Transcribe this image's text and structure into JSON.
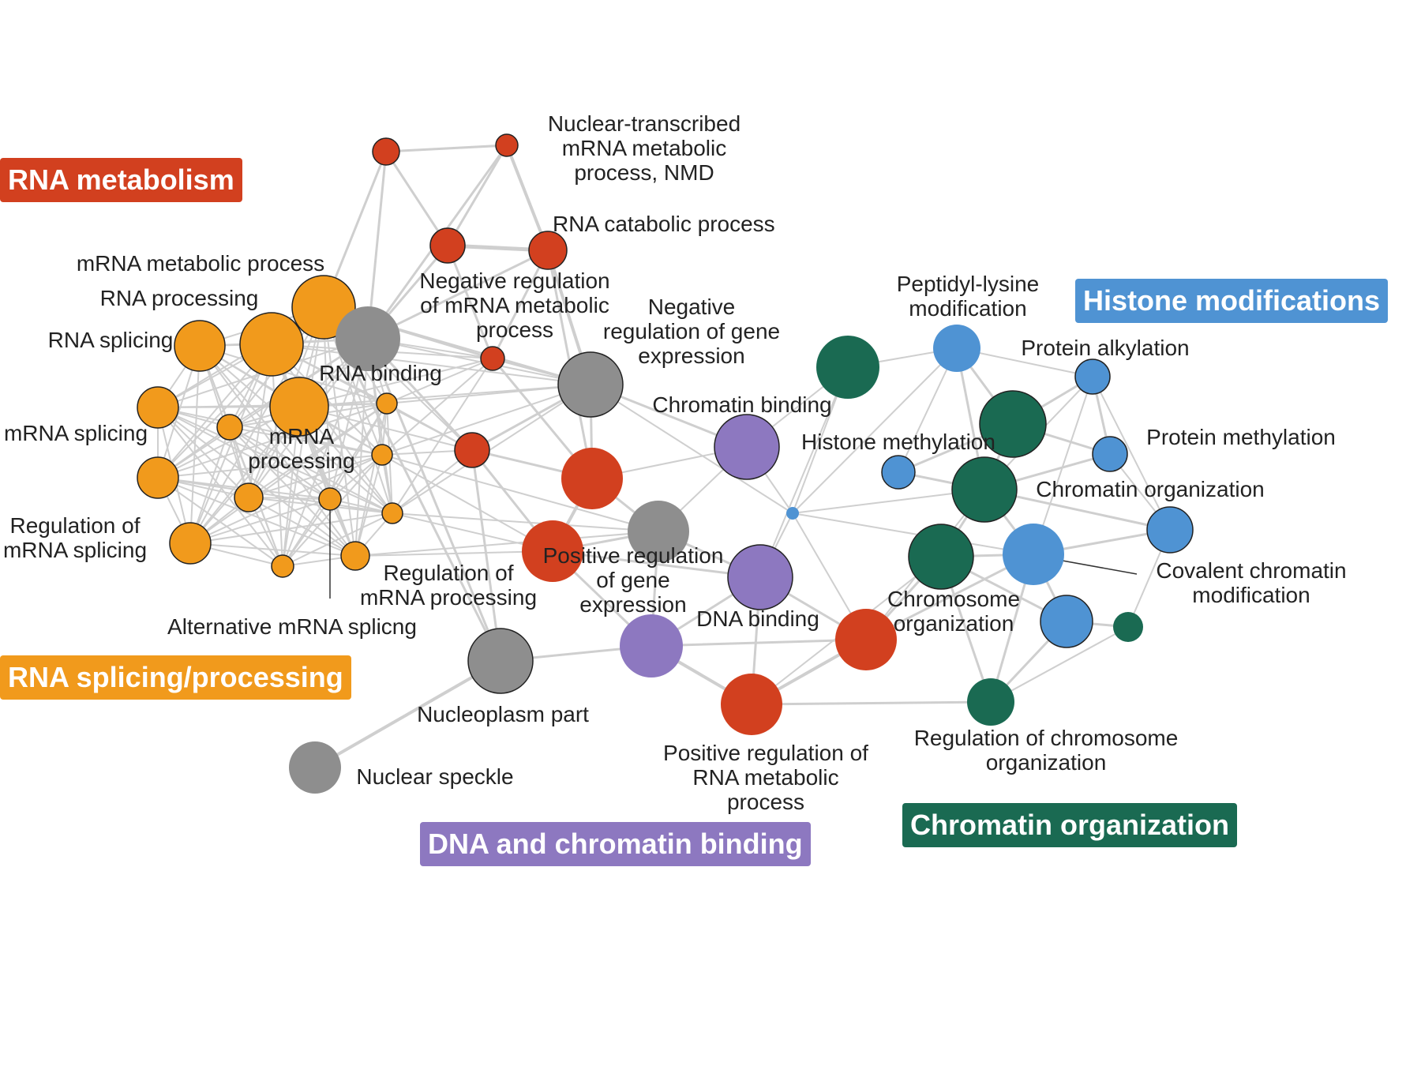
{
  "colors": {
    "rna_metabolism": "#d2401f",
    "rna_splicing": "#f19a1c",
    "histone": "#4f93d3",
    "chromatin": "#1a6a52",
    "dna_binding": "#8d78c0",
    "grey": "#8e8e8e",
    "edge": "#cfcfcf"
  },
  "clusters": {
    "rna_metabolism": "RNA metabolism",
    "rna_splicing": "RNA splicing/processing",
    "histone": "Histone modifications",
    "dna_chromatin": "DNA and chromatin binding",
    "chromatin_org": "Chromatin organization"
  },
  "labels": {
    "nuclear_transcribed": [
      "Nuclear-transcribed",
      "mRNA metabolic",
      "process, NMD"
    ],
    "rna_catabolic": [
      "RNA catabolic process"
    ],
    "neg_reg_mrna": [
      "Negative regulation",
      "of mRNA metabolic",
      "process"
    ],
    "neg_reg_gene": [
      "Negative",
      "regulation of gene",
      "expression"
    ],
    "mrna_metabolic": [
      "mRNA metabolic process"
    ],
    "rna_processing": [
      "RNA processing"
    ],
    "rna_splicing": [
      "RNA splicing"
    ],
    "rna_binding": [
      "RNA binding"
    ],
    "mrna_splicing": [
      "mRNA splicing"
    ],
    "mrna_processing": [
      "mRNA",
      "processing"
    ],
    "reg_mrna_splicing": [
      "Regulation of",
      "mRNA splicing"
    ],
    "reg_mrna_processing": [
      "Regulation of",
      "mRNA processing"
    ],
    "alt_splicing": [
      "Alternative mRNA splicng"
    ],
    "nucleoplasm": [
      "Nucleoplasm part"
    ],
    "nuclear_speckle": [
      "Nuclear speckle"
    ],
    "chromatin_binding": [
      "Chromatin binding"
    ],
    "histone_methylation": [
      "Histone methylation"
    ],
    "pos_reg_gene": [
      "Positive regulation",
      "of gene",
      "expression"
    ],
    "dna_binding": [
      "DNA binding"
    ],
    "pos_reg_rna": [
      "Positive regulation of",
      "RNA metabolic",
      "process"
    ],
    "peptidyl_lysine": [
      "Peptidyl-lysine",
      "modification"
    ],
    "protein_alkylation": [
      "Protein alkylation"
    ],
    "protein_methylation": [
      "Protein methylation"
    ],
    "chromatin_organization": [
      "Chromatin organization"
    ],
    "covalent_chromatin": [
      "Covalent chromatin",
      "modification"
    ],
    "chromosome_organization": [
      "Chromosome",
      "organization"
    ],
    "reg_chromosome": [
      "Regulation of chromosome",
      "organization"
    ]
  }
}
